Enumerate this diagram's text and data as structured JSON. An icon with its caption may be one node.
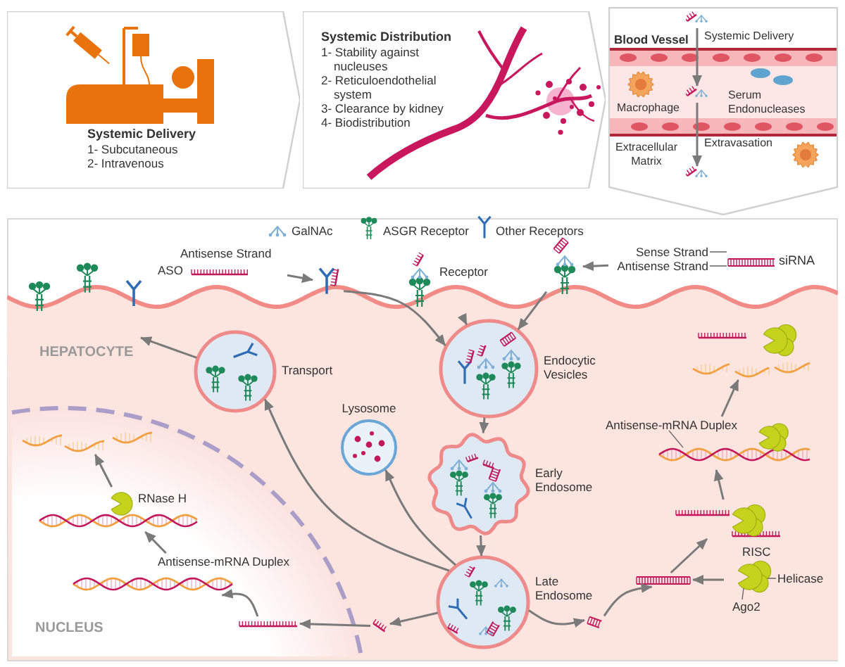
{
  "diagram": {
    "nodes": [
      {
        "text": [
          "Systemic Delivery",
          "1- Subcutaneous",
          "2- Intravenous"
        ]
      },
      {
        "text": [
          "Systemic Distribution",
          "1- Stability against nucleuses",
          "2- Reticuloendothelial system",
          "3- Clearance by kidney",
          "4- Biodistribution"
        ]
      },
      {
        "text": [
          "Blood Vessel"
        ]
      },
      {
        "text": [],
        "shape": "picture",
        "in": 2
      },
      {
        "text": [],
        "shape": "picture",
        "in": 2
      },
      {
        "text": [],
        "shape": "picture",
        "in": 2
      },
      {
        "text": [
          "HEPATOCYTE"
        ]
      },
      {
        "text": [
          "NUCLEUS"
        ],
        "in": 6
      },
      {
        "text": [
          "Antisense Strand",
          "ASO"
        ],
        "in": 6
      },
      {
        "text": [],
        "shape": "picture",
        "in": 6
      },
      {
        "text": [
          "Receptor"
        ],
        "in": 6
      },
      {
        "text": [],
        "shape": "picture",
        "in": 6
      },
      {
        "text": [
          "Sense Strand",
          "Antisense Strand",
          "siRNA"
        ],
        "in": 6
      },
      {
        "text": [
          "Transport"
        ],
        "in": 6
      },
      {
        "text": [
          "Endocytic Vesicles"
        ],
        "in": 6
      },
      {
        "text": [
          "Lysosome"
        ],
        "in": 6
      },
      {
        "text": [
          "Early Endosome"
        ],
        "in": 6
      },
      {
        "text": [
          "Late Endosome"
        ],
        "in": 6
      },
      {
        "text": [],
        "shape": "picture",
        "in": 6
      },
      {
        "text": [],
        "shape": "picture",
        "in": 7
      },
      {
        "text": [
          "Antisense-mRNA Duplex"
        ],
        "in": 7
      },
      {
        "text": [
          "RNase H"
        ],
        "in": 7
      },
      {
        "text": [],
        "shape": "picture",
        "in": 7
      },
      {
        "text": [],
        "shape": "picture",
        "in": 6
      },
      {
        "text": [],
        "shape": "picture",
        "in": 6
      },
      {
        "text": [
          "RISC",
          "Helicase",
          "Ago2"
        ],
        "in": 6
      },
      {
        "text": [],
        "shape": "picture",
        "in": 6
      },
      {
        "text": [
          "Antisense-mRNA Duplex"
        ],
        "in": 6
      },
      {
        "text": [],
        "shape": "picture",
        "in": 6
      }
    ],
    "edges": [
      {
        "from": 3,
        "to": 4,
        "arrow": "to",
        "label": "Systemic Delivery"
      },
      {
        "from": 4,
        "to": 5,
        "arrow": "to",
        "label": "Extravasation"
      },
      {
        "from": 8,
        "to": 9,
        "arrow": "to"
      },
      {
        "from": 12,
        "to": 11,
        "arrow": "to"
      },
      {
        "from": 9,
        "to": 14,
        "arrow": "to"
      },
      {
        "from": 10,
        "to": 14,
        "arrow": "to"
      },
      {
        "from": 11,
        "to": 14,
        "arrow": "to"
      },
      {
        "from": 14,
        "to": 16,
        "arrow": "to"
      },
      {
        "from": 16,
        "to": 17,
        "arrow": "to"
      },
      {
        "from": 17,
        "to": 13,
        "arrow": "to"
      },
      {
        "from": 17,
        "to": 15,
        "arrow": "to"
      },
      {
        "from": 17,
        "to": 18,
        "arrow": "to"
      },
      {
        "from": 17,
        "to": 23,
        "arrow": "to"
      },
      {
        "from": 13,
        "to": null,
        "arrow": "to"
      },
      {
        "from": 18,
        "to": 19,
        "arrow": "to"
      },
      {
        "from": 19,
        "to": 20,
        "arrow": "to"
      },
      {
        "from": 20,
        "to": 21,
        "arrow": "to"
      },
      {
        "from": 21,
        "to": 22,
        "arrow": "to"
      },
      {
        "from": 23,
        "to": 24,
        "arrow": "to"
      },
      {
        "from": 25,
        "to": 24,
        "arrow": "to"
      },
      {
        "from": 24,
        "to": 26,
        "arrow": "to"
      },
      {
        "from": 26,
        "to": 27,
        "arrow": "to"
      },
      {
        "from": 27,
        "to": 28,
        "arrow": "to"
      }
    ],
    "labels": [
      "Macrophage",
      "Serum Endonucleases",
      "Extracellular Matrix"
    ],
    "legend": [
      {
        "text": "GalNAc"
      },
      {
        "text": "ASGR Receptor"
      },
      {
        "text": "Other Receptors"
      }
    ]
  }
}
